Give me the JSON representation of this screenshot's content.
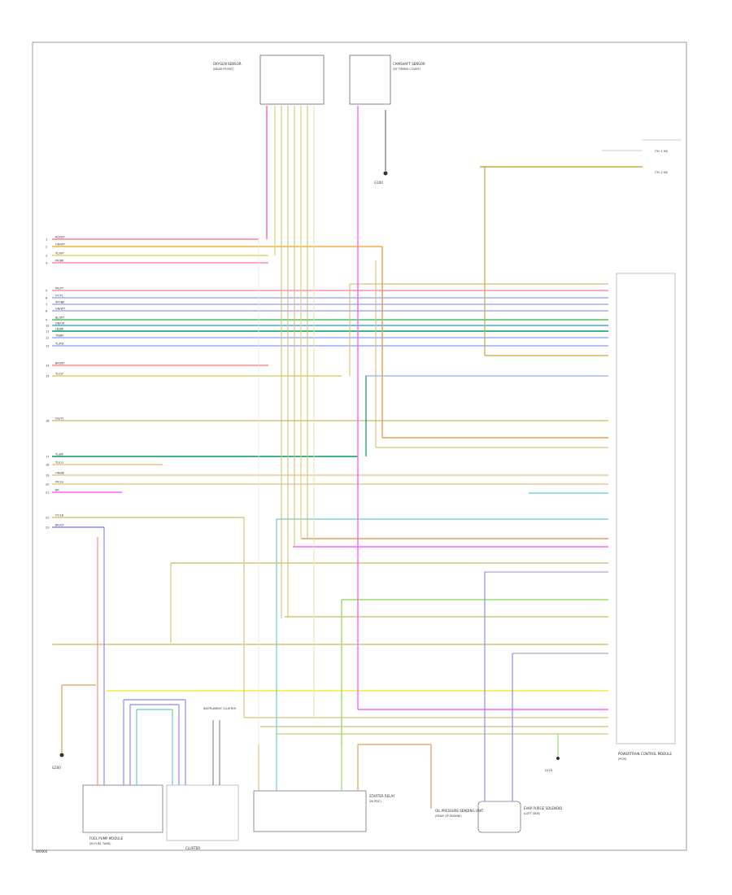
{
  "footer": {
    "left_code": "W0000",
    "bottom_center": "CLUSTER"
  },
  "left_rows": [
    {
      "pin": "1",
      "label": "RD/WT",
      "color": "#ff7a9a"
    },
    {
      "pin": "2",
      "label": "OR/WT",
      "color": "#f0b040"
    },
    {
      "pin": "3",
      "label": "YL/WT",
      "color": "#e6d36a"
    },
    {
      "pin": "4",
      "label": "PK/BK",
      "color": "#ff8ab0"
    },
    {
      "pin": "5",
      "label": "PK/VT",
      "color": "#ff8ab0"
    },
    {
      "pin": "6",
      "label": "VT/YL",
      "color": "#a7a7ff"
    },
    {
      "pin": "7",
      "label": "WT/BK",
      "color": "#a7a7ff"
    },
    {
      "pin": "8",
      "label": "GN/WT",
      "color": "#55bb55"
    },
    {
      "pin": "9",
      "label": "BL/WT",
      "color": "#4aa6d8"
    },
    {
      "pin": "10",
      "label": "DB/OR",
      "color": "#009966"
    },
    {
      "pin": "11",
      "label": "LB/BK",
      "color": "#9aa9ff"
    },
    {
      "pin": "12",
      "label": "TN/BK",
      "color": "#9aa9ff"
    },
    {
      "pin": "13",
      "label": "YL/RD",
      "color": "#ff8a8a"
    },
    {
      "pin": "14",
      "label": "BR/WT",
      "color": "#d9d06a"
    },
    {
      "pin": "15",
      "label": "YL/GY",
      "color": "#d6c47a"
    },
    {
      "pin": "16",
      "label": "DG/YL",
      "color": "#009966"
    },
    {
      "pin": "17",
      "label": "YL/BK",
      "color": "#d6c47a"
    },
    {
      "pin": "18",
      "label": "YL/LG",
      "color": "#d6c47a"
    },
    {
      "pin": "19",
      "label": "OR/BK",
      "color": "#e0c080"
    },
    {
      "pin": "20",
      "label": "PK/LG",
      "color": "#ff60ff"
    },
    {
      "pin": "21",
      "label": "BR",
      "color": "#d6c47a"
    },
    {
      "pin": "22",
      "label": "VT/LB",
      "color": "#8888ff"
    },
    {
      "pin": "23",
      "label": "BK/GY",
      "color": "#d6c47a"
    }
  ],
  "components": {
    "top_sensor": {
      "title": "OXYGEN SENSOR",
      "note": "(NEAR FRONT)"
    },
    "top_sensor_right": {
      "title": "CAMSHAFT SENSOR",
      "note": "(AT TIMING COVER)"
    },
    "ground_top": {
      "label": "G100"
    },
    "right_connector_top": {
      "pin1": "CYL 1 INJ",
      "pin2": "CYL 2 INJ"
    },
    "right_module": {
      "title": "POWERTRAIN CONTROL MODULE",
      "note": "(PCM)"
    },
    "left_bottom_sensor": {
      "title": "FUEL PUMP MODULE",
      "note": "(IN FUEL TANK)"
    },
    "ground_left": {
      "label": "G200"
    },
    "mid_sensor": {
      "title": "OIL PRESSURE SENDING UNIT",
      "note": "(REAR OF ENGINE)"
    },
    "center_box": {
      "title": "STARTER RELAY",
      "note": "(IN PDC)"
    },
    "right_bottom_box": {
      "title": "EVAP PURGE SOLENOID",
      "note": "(LEFT SIDE)"
    },
    "splice": {
      "label": "S120"
    },
    "cluster_connector": {
      "label": "INSTRUMENT CLUSTER"
    }
  }
}
